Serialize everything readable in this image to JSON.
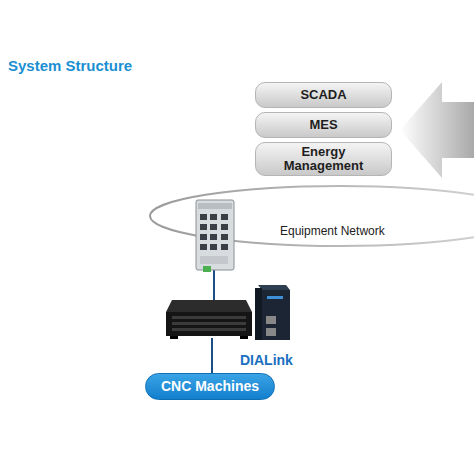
{
  "diagram": {
    "title": "System Structure",
    "nodes": [
      {
        "text": [
          "SCADA"
        ]
      },
      {
        "text": [
          "MES"
        ]
      },
      {
        "text": [
          "Energy Management"
        ]
      },
      {
        "text": [
          "CNC Machines"
        ]
      }
    ],
    "labels": [
      "Equipment Network",
      "DIALink"
    ]
  }
}
